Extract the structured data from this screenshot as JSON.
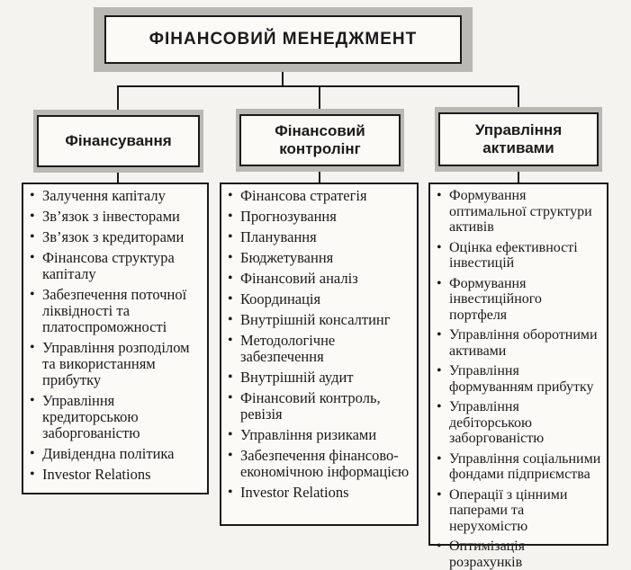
{
  "title": "ФІНАНСОВИЙ МЕНЕДЖМЕНТ",
  "columns": [
    {
      "heading": "Фінансування",
      "items": [
        "Залучення капіталу",
        "Зв’язок з інвесторами",
        "Зв’язок з кредиторами",
        "Фінансова структура капіталу",
        "Забезпечення поточної ліквідності та платоспроможності",
        "Управління розподілом та використанням прибутку",
        "Управління кредиторською заборгованістю",
        "Дивідендна політика",
        "Investor Relations"
      ]
    },
    {
      "heading": "Фінансовий контролінг",
      "items": [
        "Фінансова стратегія",
        "Прогнозування",
        "Планування",
        "Бюджетування",
        "Фінансовий аналіз",
        "Координація",
        "Внутрішній консалтинг",
        "Методологічне забезпечення",
        "Внутрішній аудит",
        "Фінансовий контроль, ревізія",
        "Управління ризиками",
        "Забезпечення фінансово-економічною інформацією",
        "Investor Relations"
      ]
    },
    {
      "heading": "Управління активами",
      "items": [
        "Формування оптимальної структури активів",
        "Оцінка ефективності інвестицій",
        "Формування інвестиційного портфеля",
        "Управління оборотними активами",
        "Управління формуванням прибутку",
        "Управління дебіторською заборгованістю",
        "Управління соціальними фондами підприємства",
        "Операції з цінними паперами та нерухомістю",
        "Оптимізація розрахунків"
      ]
    }
  ]
}
